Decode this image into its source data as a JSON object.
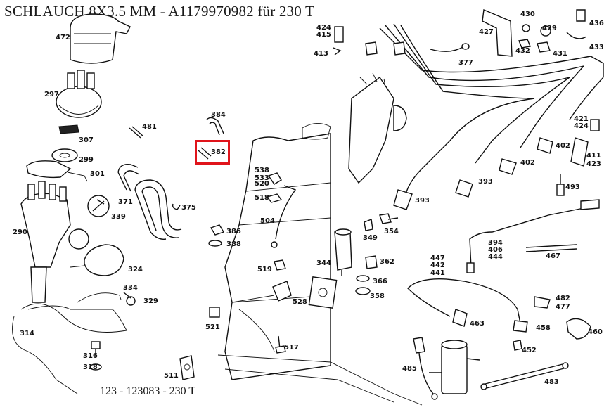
{
  "title": "SCHLAUCH 8X3.5 MM - A1179970982 für 230 T",
  "footer": "123 - 123083 - 230 T",
  "highlight": {
    "part": "382",
    "color": "#e0141b"
  },
  "labels": [
    "472",
    "297",
    "307",
    "299",
    "301",
    "481",
    "384",
    "382",
    "290",
    "371",
    "375",
    "339",
    "324",
    "334",
    "329",
    "314",
    "316",
    "318",
    "538",
    "533",
    "520",
    "518",
    "504",
    "386",
    "388",
    "519",
    "528",
    "521",
    "517",
    "511",
    "424",
    "415",
    "413",
    "427",
    "430",
    "429",
    "436",
    "432",
    "431",
    "433",
    "377",
    "421",
    "424",
    "402",
    "402",
    "393",
    "393",
    "411",
    "423",
    "493",
    "354",
    "349",
    "344",
    "362",
    "366",
    "358",
    "394",
    "406",
    "444",
    "467",
    "447",
    "442",
    "441",
    "482",
    "477",
    "463",
    "458",
    "460",
    "452",
    "485",
    "483"
  ]
}
